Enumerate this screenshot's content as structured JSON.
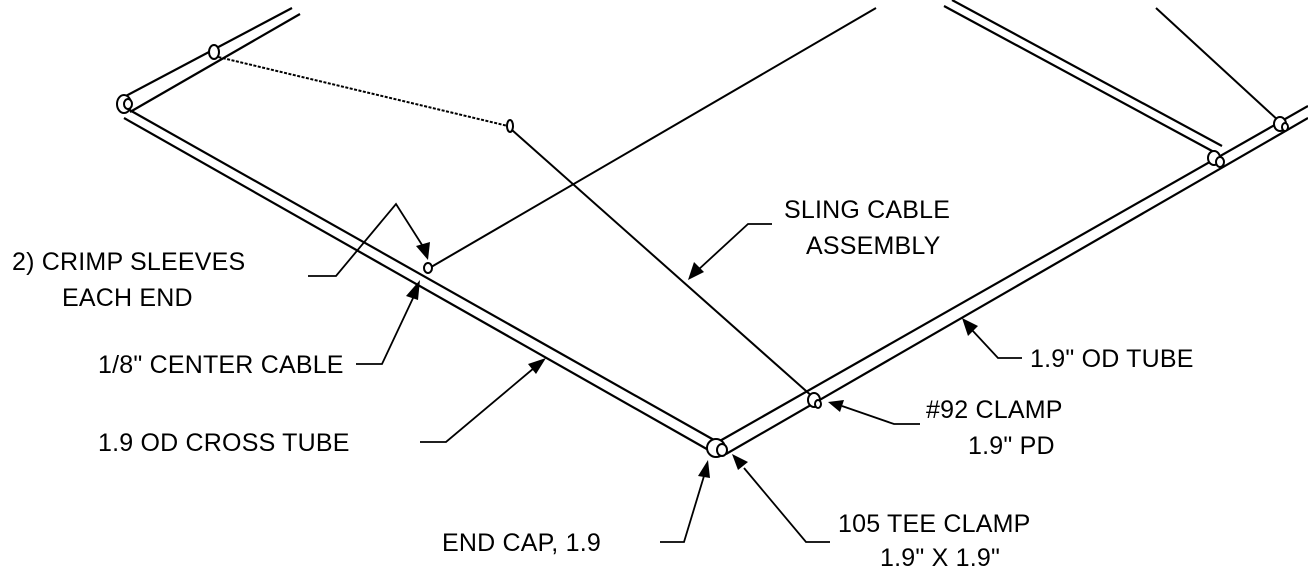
{
  "labels": {
    "crimp_sleeves_line1": "2) CRIMP SLEEVES",
    "crimp_sleeves_line2": "EACH END",
    "center_cable": "1/8\" CENTER CABLE",
    "cross_tube": "1.9 OD CROSS TUBE",
    "sling_cable_line1": "SLING CABLE",
    "sling_cable_line2": "ASSEMBLY",
    "od_tube": "1.9\" OD TUBE",
    "clamp92_line1": "#92 CLAMP",
    "clamp92_line2": "1.9\" PD",
    "end_cap": "END CAP, 1.9",
    "tee_clamp_line1": "105 TEE CLAMP",
    "tee_clamp_line2": "1.9\" X 1.9\""
  },
  "colors": {
    "ink": "#000000",
    "paper": "#ffffff"
  }
}
